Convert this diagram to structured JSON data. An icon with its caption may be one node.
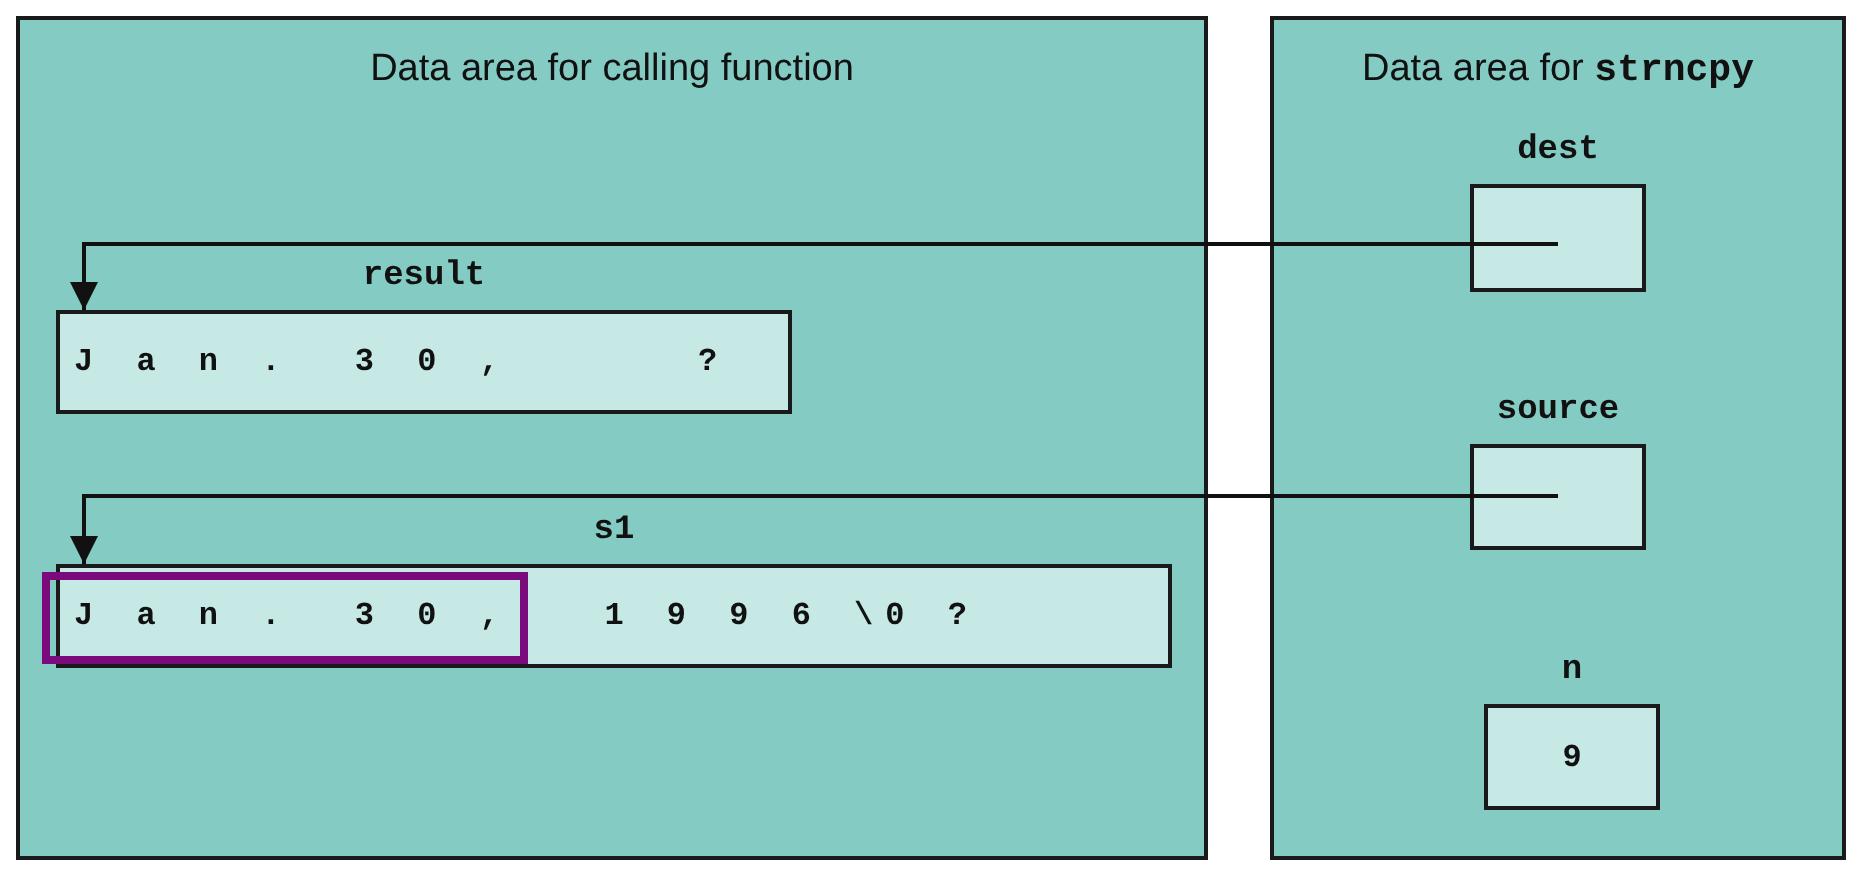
{
  "diagram": {
    "nodes": [
      {
        "text": [
          "Data area for calling function"
        ]
      },
      {
        "text": [
          "result",
          "J a n .  3 0 ,      ?"
        ],
        "in": 0
      },
      {
        "text": [
          "s1",
          "J a n .  3 0 ,   1 9 9 6 \\0 ?"
        ],
        "in": 0
      },
      {
        "text": [
          "Data area for",
          "strncpy"
        ]
      },
      {
        "text": [
          "dest"
        ],
        "in": 3
      },
      {
        "text": [
          "source"
        ],
        "in": 3
      },
      {
        "text": [
          "n",
          "9"
        ],
        "in": 3
      }
    ],
    "edges": [
      {
        "from": 4,
        "to": 1,
        "arrow": "to"
      },
      {
        "from": 5,
        "to": 2,
        "arrow": "to"
      }
    ]
  }
}
